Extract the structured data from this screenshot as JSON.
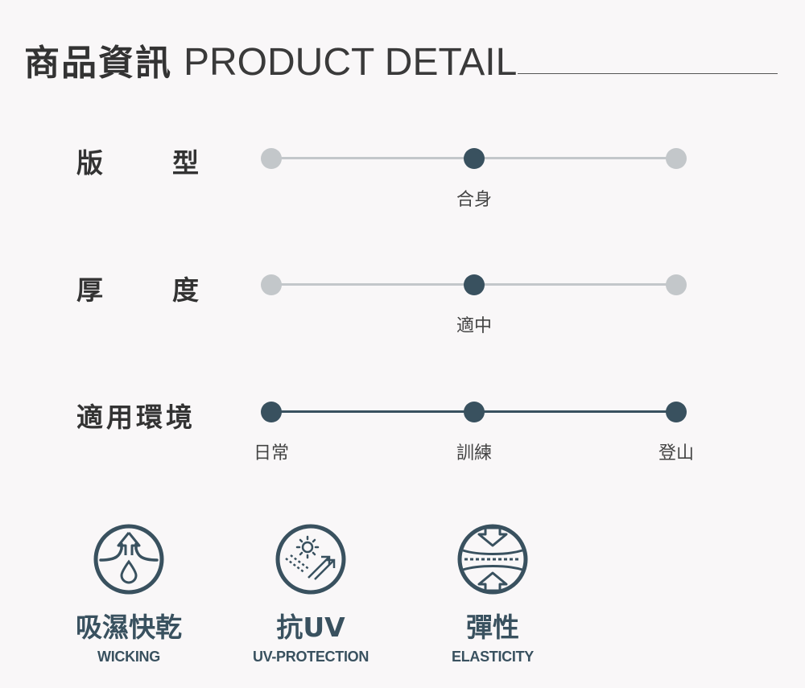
{
  "header": {
    "title_zh": "商品資訊",
    "title_en": "PRODUCT DETAIL"
  },
  "attributes": [
    {
      "label_chars": [
        "版",
        "型"
      ],
      "options": [
        "合身"
      ],
      "level_index": 1,
      "dots": 3,
      "labels_under": [
        1
      ]
    },
    {
      "label_chars": [
        "厚",
        "度"
      ],
      "options": [
        "適中"
      ],
      "level_index": 1,
      "dots": 3,
      "labels_under": [
        1
      ]
    },
    {
      "label_chars": [
        "適用環境"
      ],
      "options": [
        "日常",
        "訓練",
        "登山"
      ],
      "level_index": "all",
      "dots": 3,
      "labels_under": [
        0,
        1,
        2
      ]
    }
  ],
  "features": [
    {
      "icon": "wicking-icon",
      "title": "吸濕快乾",
      "subtitle": "WICKING"
    },
    {
      "icon": "uv-protection-icon",
      "title": "抗UV",
      "subtitle": "UV-PROTECTION"
    },
    {
      "icon": "elasticity-icon",
      "title": "彈性",
      "subtitle": "ELASTICITY"
    }
  ],
  "colors": {
    "accent": "#39515f",
    "inactive": "#c3c7ca",
    "background": "#f9f7f8",
    "text": "#333333"
  }
}
